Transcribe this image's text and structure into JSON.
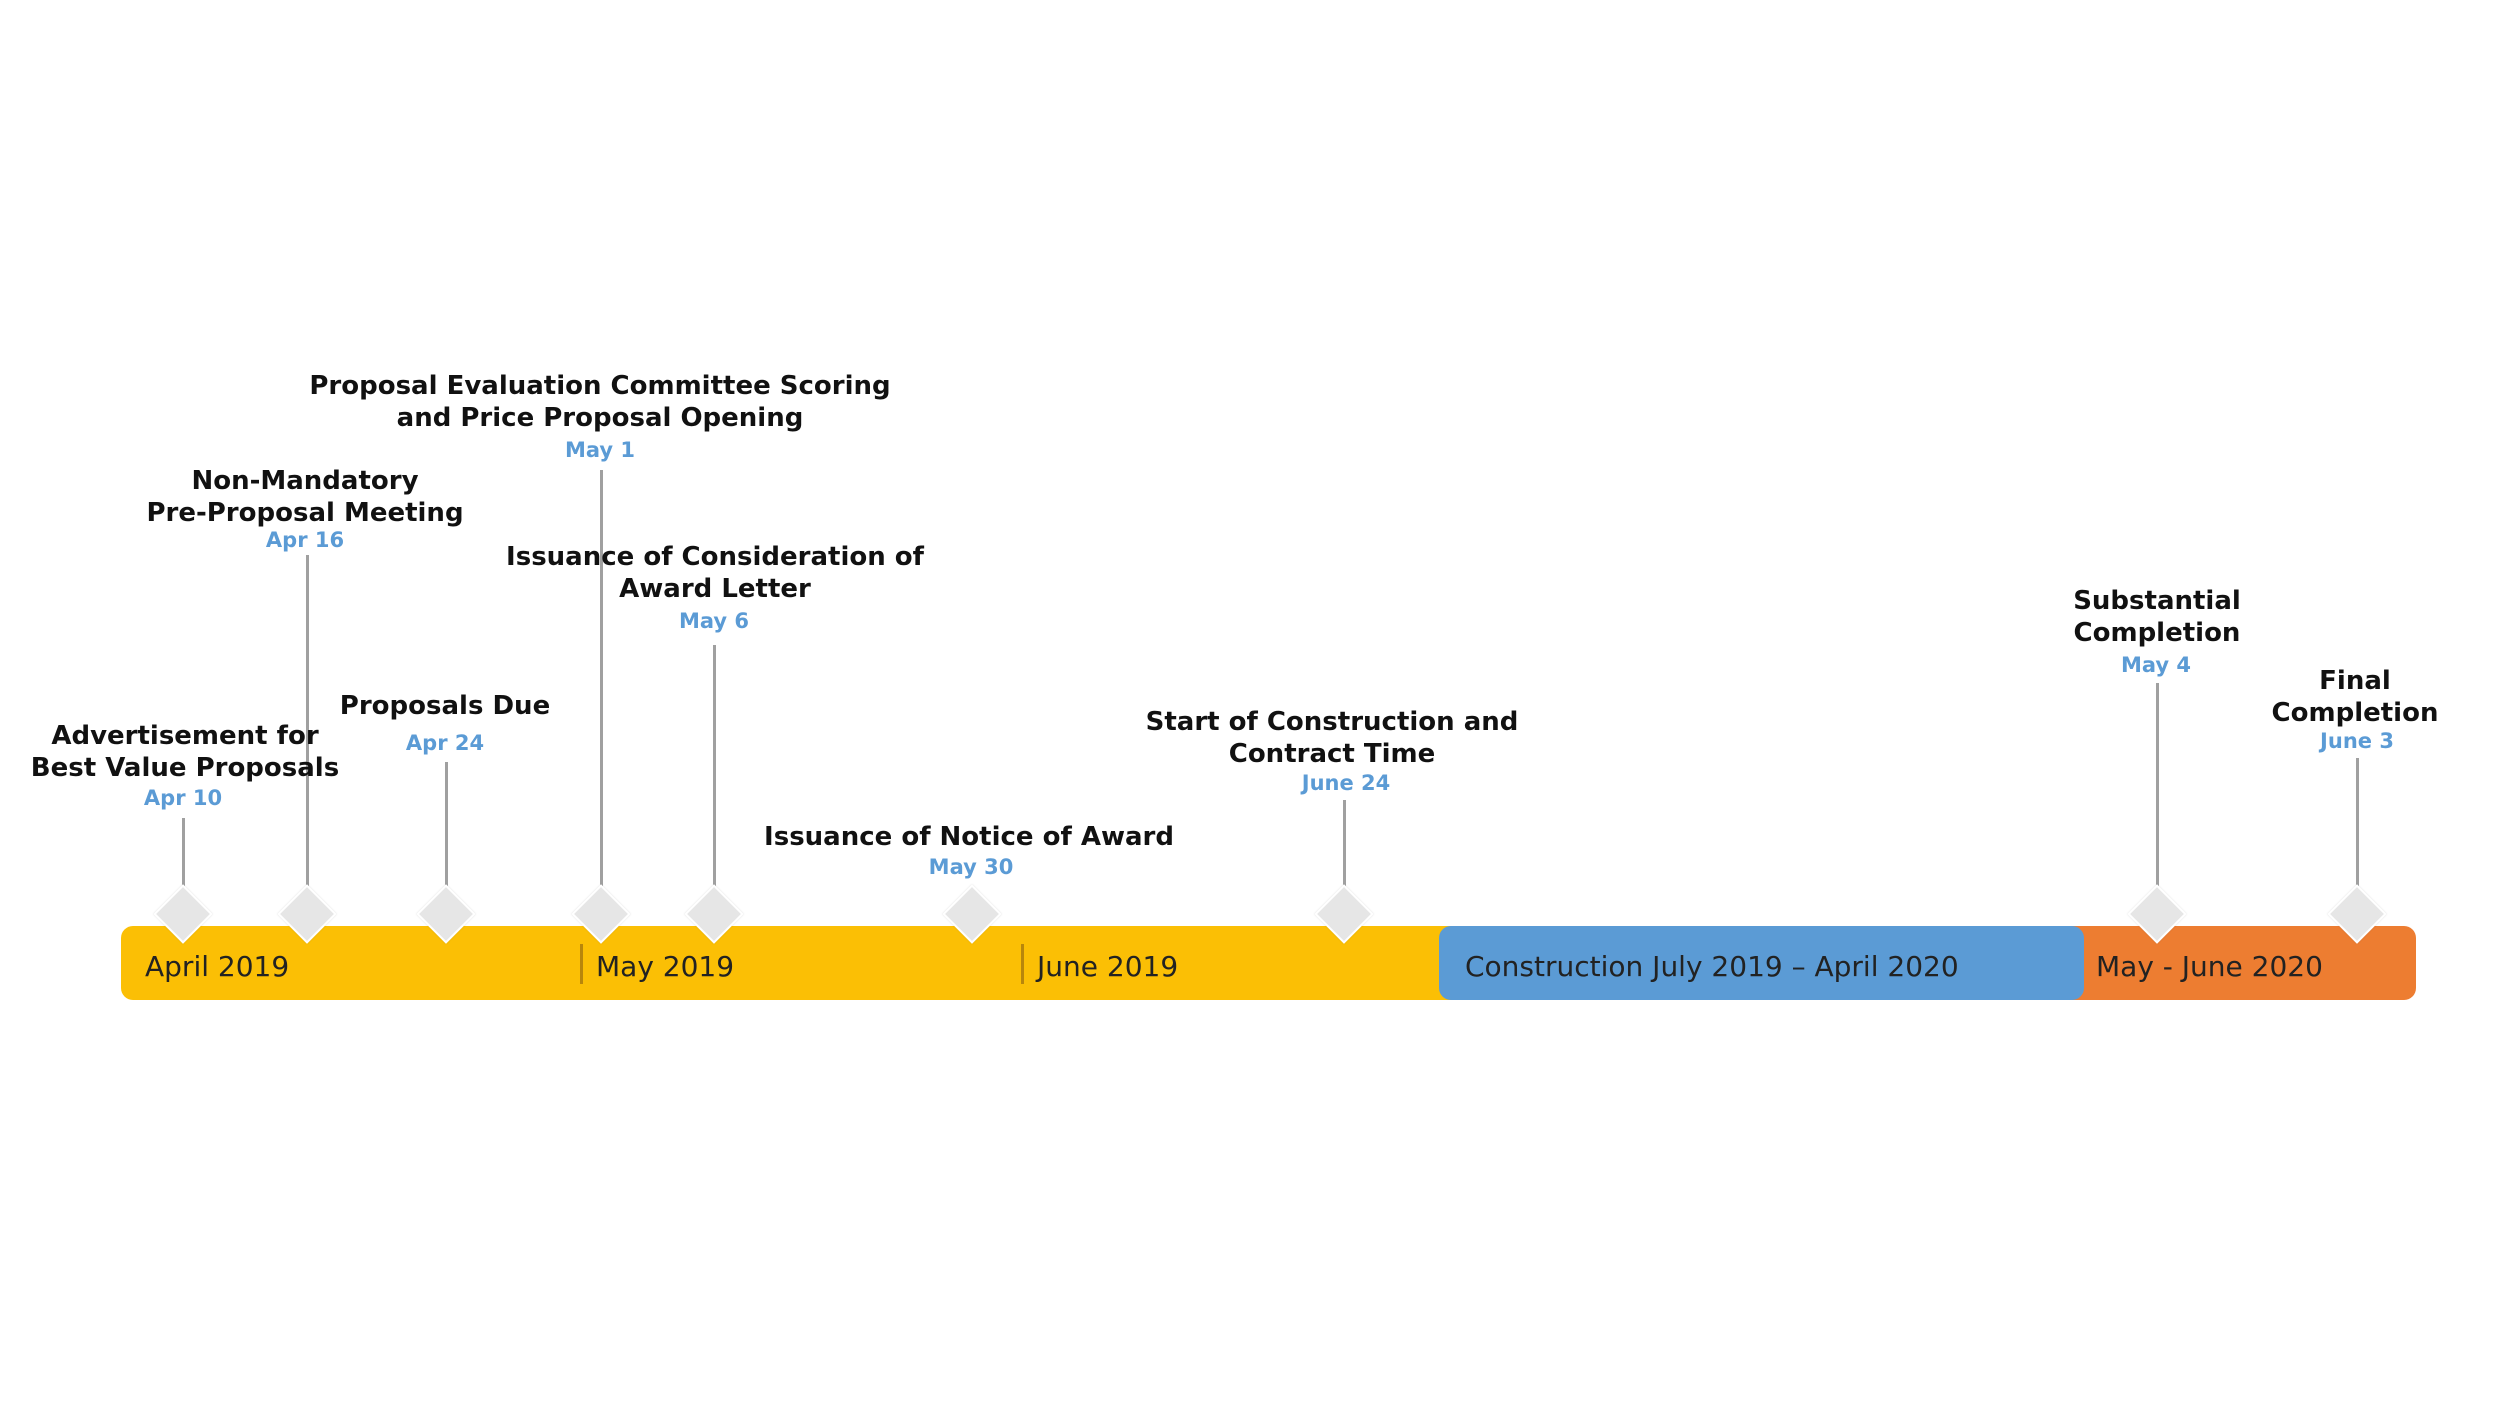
{
  "bars": {
    "april": "April 2019",
    "may": "May 2019",
    "june": "June 2019",
    "construction": "Construction July 2019 – April 2020",
    "final": "May - June 2020"
  },
  "colors": {
    "phase_2019": "#FBBF05",
    "construction": "#5B9BD5",
    "completion": "#ED7D31",
    "date_text": "#5B9BD5",
    "marker": "#E6E6E6"
  },
  "milestones": [
    {
      "title": "Advertisement for\nBest Value Proposals",
      "date": "Apr 10"
    },
    {
      "title": "Non-Mandatory\nPre-Proposal Meeting",
      "date": "Apr 16"
    },
    {
      "title": "Proposals Due",
      "date": "Apr 24"
    },
    {
      "title": "Proposal Evaluation Committee Scoring\nand Price Proposal Opening",
      "date": "May 1"
    },
    {
      "title": "Issuance of Consideration of\nAward Letter",
      "date": "May 6"
    },
    {
      "title": "Issuance of Notice of Award",
      "date": "May 30"
    },
    {
      "title": "Start of Construction and\nContract Time",
      "date": "June 24"
    },
    {
      "title": "Substantial\nCompletion",
      "date": "May 4"
    },
    {
      "title": "Final\nCompletion",
      "date": "June 3"
    }
  ]
}
